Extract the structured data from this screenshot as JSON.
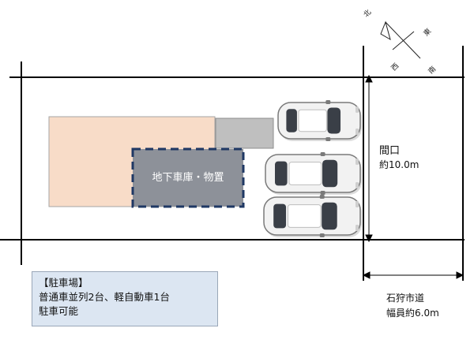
{
  "compass": {
    "north": "北",
    "east": "東",
    "west": "西",
    "south": "南"
  },
  "plot": {
    "basement_label": "地下車庫・物置"
  },
  "frontage": {
    "label": "間口",
    "width": "約10.0m"
  },
  "road": {
    "name": "石狩市道",
    "width": "幅員約6.0m"
  },
  "parking_note": {
    "title": "【駐車場】",
    "line1": "普通車並列2台、軽自動車1台",
    "line2": "駐車可能"
  },
  "colors": {
    "house_fill": "#f8dcc8",
    "house_stroke": "#a6a6a6",
    "basement_fill": "#8d9199",
    "basement_border": "#1f3864",
    "outbuilding_fill": "#bfbfbf",
    "note_fill": "#dce6f2",
    "car_body": "#f2f2f2",
    "car_glass": "#3a3f47"
  },
  "icons": [
    "compass-icon",
    "car-icon",
    "dimension-arrow-icon"
  ]
}
